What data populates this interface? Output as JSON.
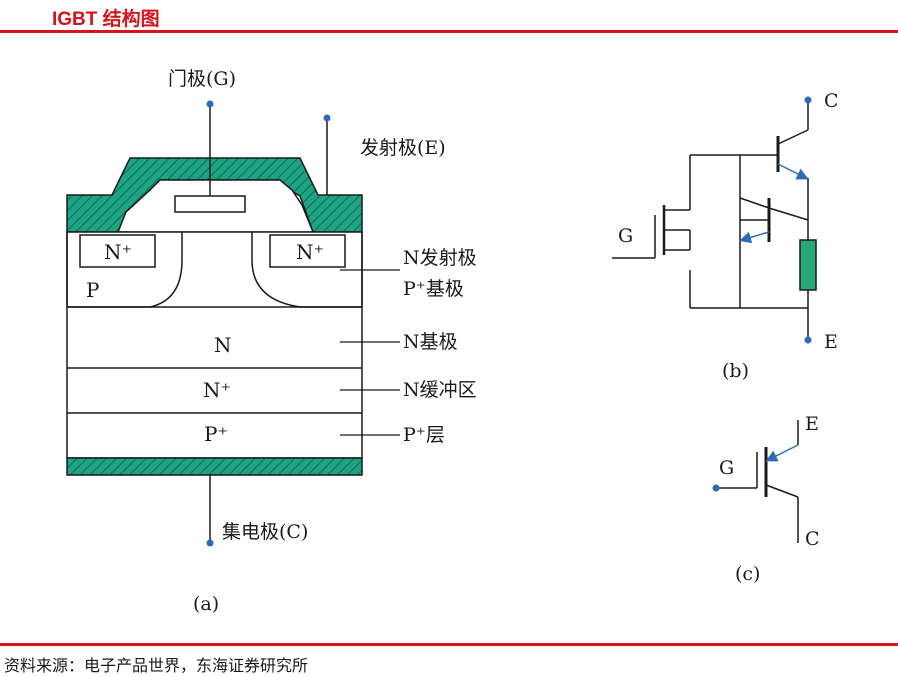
{
  "header": {
    "title": "IGBT 结构图"
  },
  "colors": {
    "accent_red": "#d7141a",
    "metal_green": "#1fa385",
    "line_blue": "#2d6cb5",
    "resistor_green": "#2aa876"
  },
  "structure_a": {
    "gate_label": "门极(G)",
    "emitter_label": "发射极(E)",
    "collector_label": "集电极(C)",
    "n_plus_left": "N⁺",
    "n_plus_right": "N⁺",
    "p_region": "P",
    "n_region": "N",
    "n_plus_buffer": "N⁺",
    "p_plus_layer": "P⁺",
    "callout_n_emitter": "N发射极",
    "callout_p_base": "P⁺基极",
    "callout_n_base": "N基极",
    "callout_n_buffer": "N缓冲区",
    "callout_p_layer": "P⁺层",
    "caption": "(a)"
  },
  "equivalent_b": {
    "terminal_c": "C",
    "terminal_e": "E",
    "terminal_g": "G",
    "caption": "(b)"
  },
  "symbol_c": {
    "terminal_e": "E",
    "terminal_g": "G",
    "terminal_c": "C",
    "caption": "(c)"
  },
  "footer": {
    "source": "资料来源：电子产品世界，东海证券研究所"
  }
}
